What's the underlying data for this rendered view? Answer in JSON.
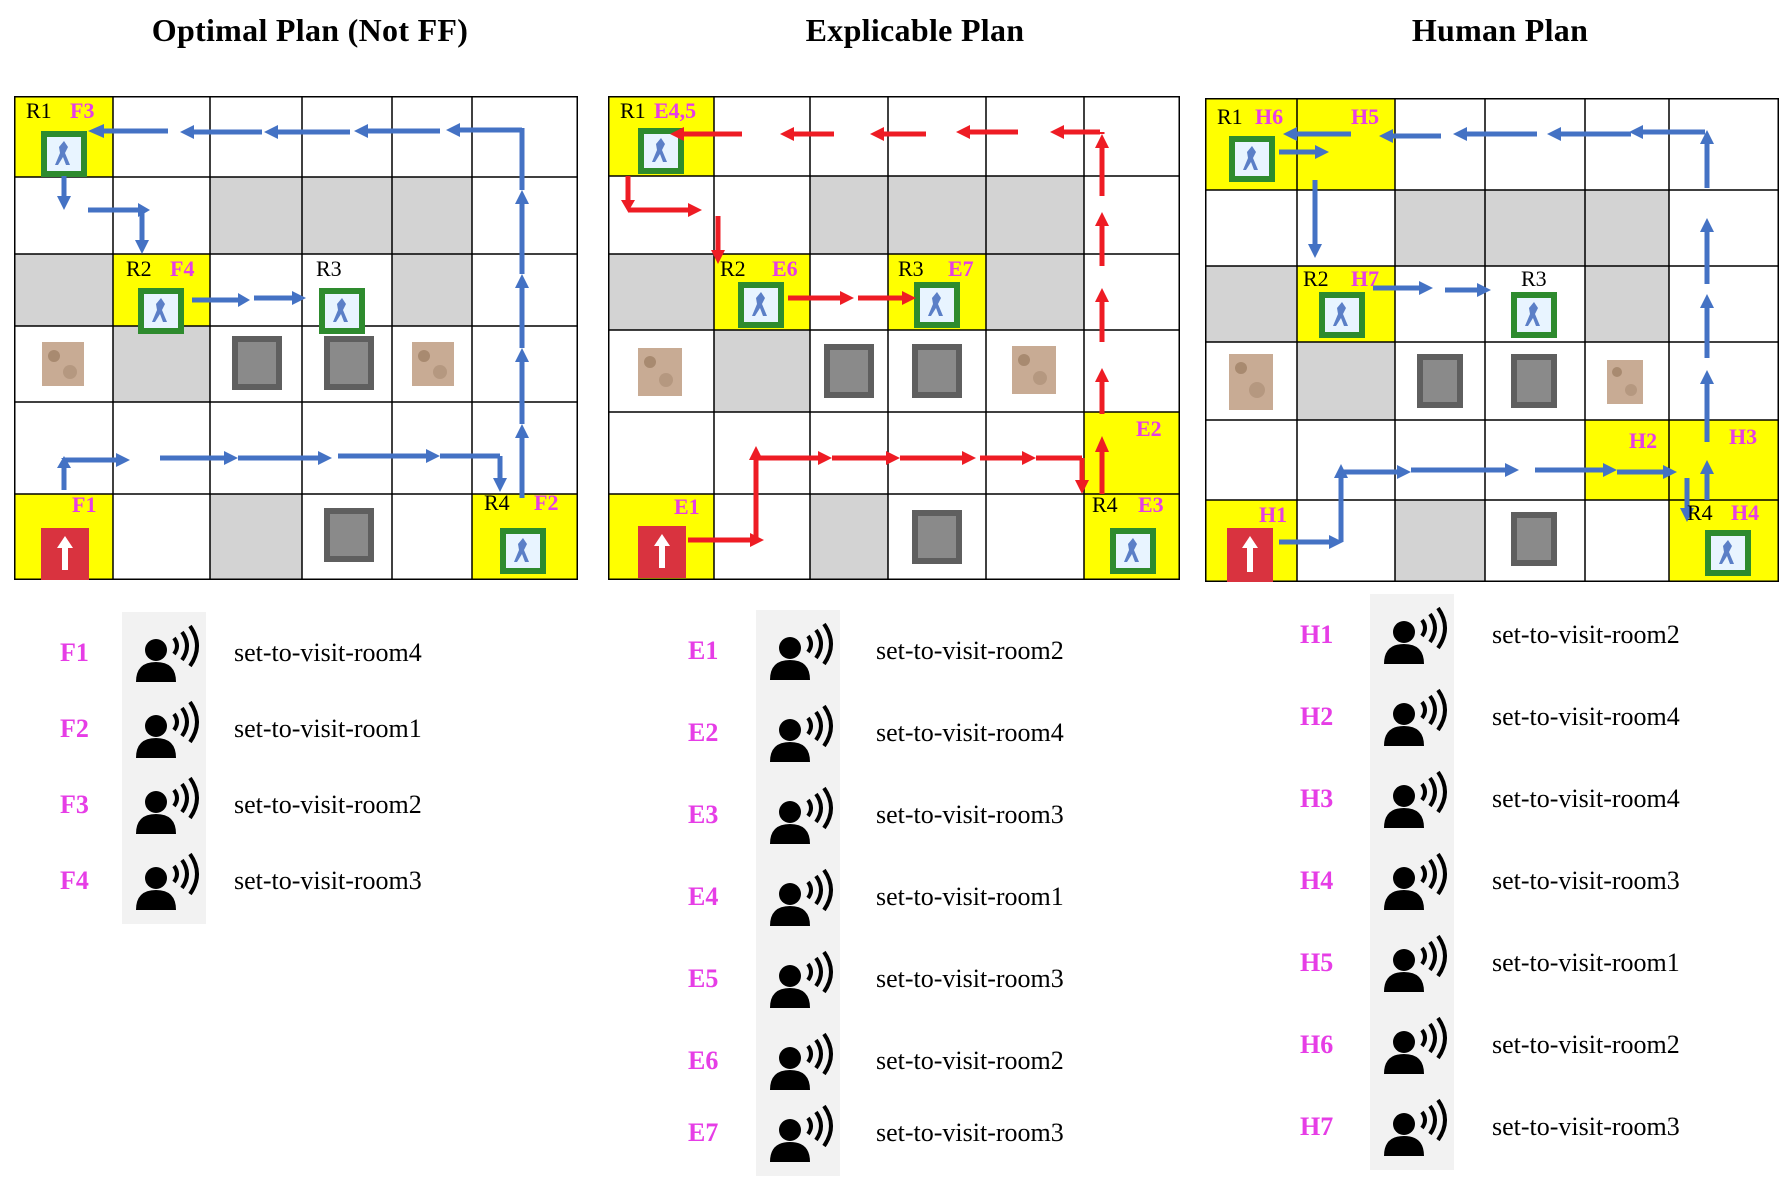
{
  "colors": {
    "room_yellow": "#ffff00",
    "wall_gray": "#d3d3d3",
    "grid_line": "#000000",
    "optimal_arrow": "#4472c4",
    "explicable_arrow": "#ee1c24",
    "human_arrow": "#4472c4",
    "label_magenta": "#e63de6",
    "start_red": "#d9333f"
  },
  "icons": {
    "victim": "victim-icon",
    "rubble": "rubble-icon",
    "block": "block-icon",
    "start": "start-arrow-icon",
    "speak": "speak-icon"
  },
  "panels": [
    {
      "id": "optimal",
      "title": "Optimal Plan (Not FF)",
      "arrow_color": "optimal_arrow",
      "rooms": [
        {
          "name": "R1",
          "marker": "F3"
        },
        {
          "name": "R2",
          "marker": "F4"
        },
        {
          "name": "R3",
          "marker": ""
        },
        {
          "name": "R4",
          "marker": "F2"
        }
      ],
      "floating_markers": [
        "F1"
      ],
      "steps": [
        {
          "label": "F1",
          "action": "set-to-visit-room4"
        },
        {
          "label": "F2",
          "action": "set-to-visit-room1"
        },
        {
          "label": "F3",
          "action": "set-to-visit-room2"
        },
        {
          "label": "F4",
          "action": "set-to-visit-room3"
        }
      ]
    },
    {
      "id": "explicable",
      "title": "Explicable Plan",
      "arrow_color": "explicable_arrow",
      "rooms": [
        {
          "name": "R1",
          "marker": "E4,5"
        },
        {
          "name": "R2",
          "marker": "E6"
        },
        {
          "name": "R3",
          "marker": "E7"
        },
        {
          "name": "R4",
          "marker": "E3"
        }
      ],
      "floating_markers": [
        "E1",
        "E2"
      ],
      "steps": [
        {
          "label": "E1",
          "action": "set-to-visit-room2"
        },
        {
          "label": "E2",
          "action": "set-to-visit-room4"
        },
        {
          "label": "E3",
          "action": "set-to-visit-room3"
        },
        {
          "label": "E4",
          "action": "set-to-visit-room1"
        },
        {
          "label": "E5",
          "action": "set-to-visit-room3"
        },
        {
          "label": "E6",
          "action": "set-to-visit-room2"
        },
        {
          "label": "E7",
          "action": "set-to-visit-room3"
        }
      ]
    },
    {
      "id": "human",
      "title": "Human Plan",
      "arrow_color": "human_arrow",
      "rooms": [
        {
          "name": "R1",
          "marker": "H6"
        },
        {
          "name": "R2",
          "marker": "H7"
        },
        {
          "name": "R3",
          "marker": ""
        },
        {
          "name": "R4",
          "marker": "H4"
        }
      ],
      "floating_markers": [
        "H1",
        "H2",
        "H3",
        "H5"
      ],
      "steps": [
        {
          "label": "H1",
          "action": "set-to-visit-room2"
        },
        {
          "label": "H2",
          "action": "set-to-visit-room4"
        },
        {
          "label": "H3",
          "action": "set-to-visit-room4"
        },
        {
          "label": "H4",
          "action": "set-to-visit-room3"
        },
        {
          "label": "H5",
          "action": "set-to-visit-room1"
        },
        {
          "label": "H6",
          "action": "set-to-visit-room2"
        },
        {
          "label": "H7",
          "action": "set-to-visit-room3"
        }
      ]
    }
  ]
}
